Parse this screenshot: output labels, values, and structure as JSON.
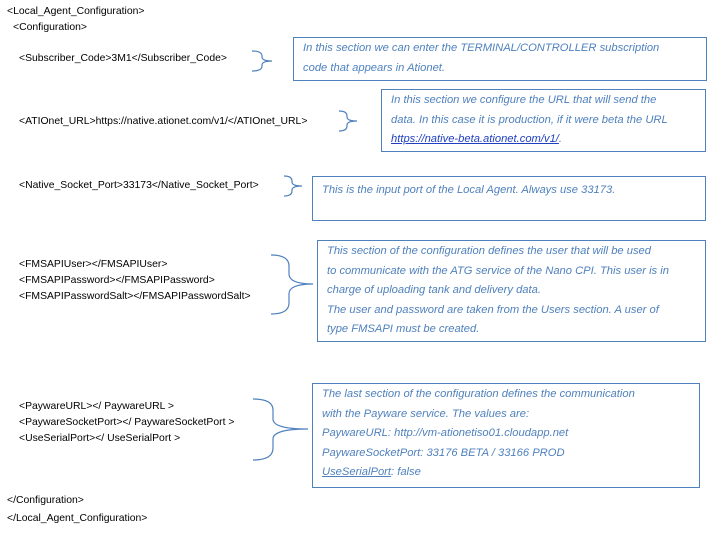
{
  "code": {
    "root_open": "<Local_Agent_Configuration>",
    "config_open": "<Configuration>",
    "subscriber": "<Subscriber_Code>3M1</Subscriber_Code>",
    "url": "<ATIOnet_URL>https://native.ationet.com/v1/</ATIOnet_URL>",
    "port": "<Native_Socket_Port>33173</Native_Socket_Port>",
    "fms_user": "<FMSAPIUser></FMSAPIUser>",
    "fms_password": "<FMSAPIPassword></FMSAPIPassword>",
    "fms_salt": "<FMSAPIPasswordSalt></FMSAPIPasswordSalt>",
    "payware_url": "<PaywareURL></ PaywareURL >",
    "payware_port": "<PaywareSocketPort></ PaywareSocketPort >",
    "serial_port": "<UseSerialPort></ UseSerialPort >",
    "config_close": "</Configuration>",
    "root_close": "</Local_Agent_Configuration>"
  },
  "notes": {
    "subscriber": {
      "line1": "In this section we can enter the TERMINAL/CONTROLLER subscription",
      "line2": "code that appears in Ationet."
    },
    "url": {
      "line1": "In this section we configure the URL that will send the",
      "line2": "data. In this case it is production, if it were beta the URL",
      "link": "https://native-beta.ationet.com/v1/",
      "link_suffix": "."
    },
    "port": {
      "line1": "This is the input port of the Local Agent. Always use 33173."
    },
    "fms": {
      "line1": "This section of the configuration defines the user that will be used",
      "line2": "to communicate with the ATG service of the Nano CPI. This user is in",
      "line3": "charge of uploading tank and delivery data.",
      "line4": "The user and password are taken from the Users section. A user of",
      "line5": "type FMSAPI must be created."
    },
    "payware": {
      "line1": "The last section of the configuration defines the communication",
      "line2": "with the Payware service. The values are:",
      "line3": "PaywareURL: http://vm-ationetiso01.cloudapp.net",
      "line4": "PaywareSocketPort: 33176 BETA / 33166 PROD",
      "line5_key": "UseSerialPort",
      "line5_value": ": false"
    }
  },
  "colors": {
    "accent": "#4f81bd",
    "link": "#1f3fbf",
    "text": "#000000"
  }
}
